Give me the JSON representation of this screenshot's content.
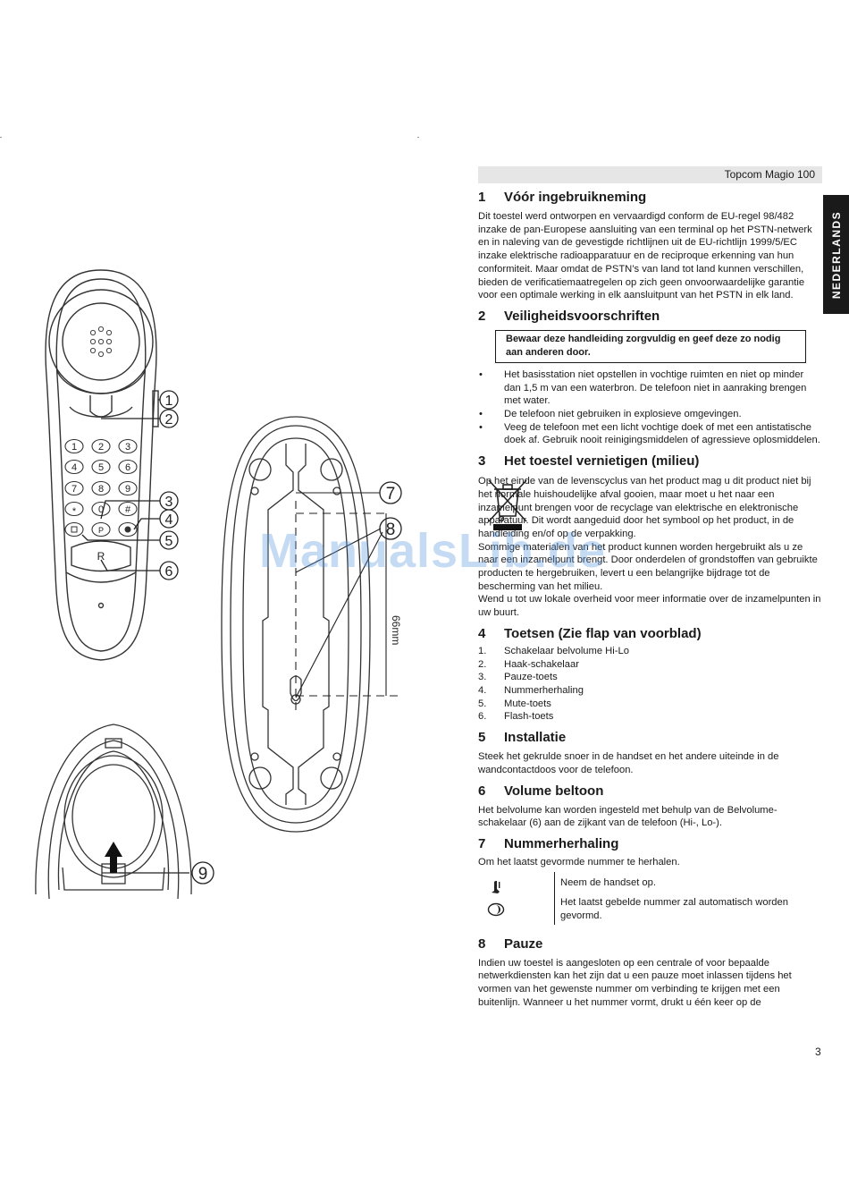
{
  "header": {
    "product": "Topcom Magio 100"
  },
  "side_tab": {
    "label": "NEDERLANDS"
  },
  "watermark": {
    "text": "ManualsLib.de"
  },
  "figure_labels": {
    "c1": "1",
    "c2": "2",
    "c3": "3",
    "c4": "4",
    "c5": "5",
    "c6": "6",
    "c7": "7",
    "c8": "8",
    "c9": "9",
    "dimension": "66mm"
  },
  "keypad": {
    "k1": "1",
    "k2": "2",
    "k3": "3",
    "k4": "4",
    "k5": "5",
    "k6": "6",
    "k7": "7",
    "k8": "8",
    "k9": "9",
    "kstar": "*",
    "k0": "0",
    "khash": "#",
    "kr": "R",
    "kp": "P"
  },
  "sections": {
    "s1": {
      "num": "1",
      "title": "Vóór ingebruikneming",
      "body": "Dit toestel werd ontworpen en vervaardigd conform de EU-regel 98/482 inzake de pan-Europese aansluiting van een terminal op het PSTN-netwerk en in naleving van de gevestigde richtlijnen uit de EU-richtlijn 1999/5/EC inzake elektrische radioapparatuur en de reciproque erkenning van hun conformiteit. Maar omdat de PSTN’s van land tot land kunnen verschillen, bieden de verificatiemaatregelen op zich geen onvoorwaardelijke garantie voor een optimale werking in elk aansluitpunt van het PSTN in elk land."
    },
    "s2": {
      "num": "2",
      "title": "Veiligheidsvoorschriften",
      "box": "Bewaar deze handleiding zorgvuldig en geef deze zo nodig aan anderen door.",
      "bullets": [
        "Het basisstation niet opstellen in vochtige ruimten en niet op minder dan 1,5 m van een waterbron. De telefoon niet in aanraking brengen met water.",
        "De telefoon niet gebruiken in explosieve omgevingen.",
        "Veeg de telefoon met een licht vochtige doek of met een antistatische doek af. Gebruik nooit reinigingsmiddelen of agressieve oplosmiddelen."
      ]
    },
    "s3": {
      "num": "3",
      "title": "Het toestel vernietigen (milieu)",
      "body1": "Op het einde van de levenscyclus van het product mag u dit product niet bij het normale huishoudelijke afval gooien, maar moet u het naar een inzamelpunt brengen voor de recyclage van elektrische en elektronische apparatuur. Dit wordt aangeduid door het symbool op het product, in de handleiding en/of op de verpakking.",
      "body2": "Sommige materialen van het product kunnen worden hergebruikt als u ze naar een inzamelpunt brengt. Door onderdelen of grondstoffen van gebruikte producten te hergebruiken, levert u een belangrijke bijdrage tot de bescherming van het milieu.",
      "body3": "Wend u tot uw lokale overheid voor meer informatie over de inzamelpunten in uw buurt."
    },
    "s4": {
      "num": "4",
      "title": "Toetsen (Zie flap van voorblad)",
      "items": [
        {
          "n": "1.",
          "t": "Schakelaar belvolume Hi-Lo"
        },
        {
          "n": "2.",
          "t": "Haak-schakelaar"
        },
        {
          "n": "3.",
          "t": "Pauze-toets"
        },
        {
          "n": "4.",
          "t": "Nummerherhaling"
        },
        {
          "n": "5.",
          "t": "Mute-toets"
        },
        {
          "n": "6.",
          "t": "Flash-toets"
        }
      ]
    },
    "s5": {
      "num": "5",
      "title": "Installatie",
      "body": "Steek het gekrulde snoer in de handset en het andere uiteinde in de wandcontactdoos voor de telefoon."
    },
    "s6": {
      "num": "6",
      "title": "Volume beltoon",
      "body": "Het belvolume kan worden ingesteld met behulp van de Belvolume-schakelaar (6) aan de zijkant van de telefoon (Hi-, Lo-)."
    },
    "s7": {
      "num": "7",
      "title": "Nummerherhaling",
      "intro": "Om het laatst gevormde nummer te herhalen.",
      "step1": "Neem de handset op.",
      "step2": "Het laatst gebelde nummer zal automatisch worden gevormd."
    },
    "s8": {
      "num": "8",
      "title": "Pauze",
      "body": "Indien uw toestel is aangesloten op een centrale of voor bepaalde netwerkdiensten kan het zijn dat u een pauze moet inlassen tijdens het vormen van het gewenste nummer om verbinding te krijgen met een buitenlijn. Wanneer u het nummer vormt, drukt u één keer op de"
    }
  },
  "page_number": "3"
}
